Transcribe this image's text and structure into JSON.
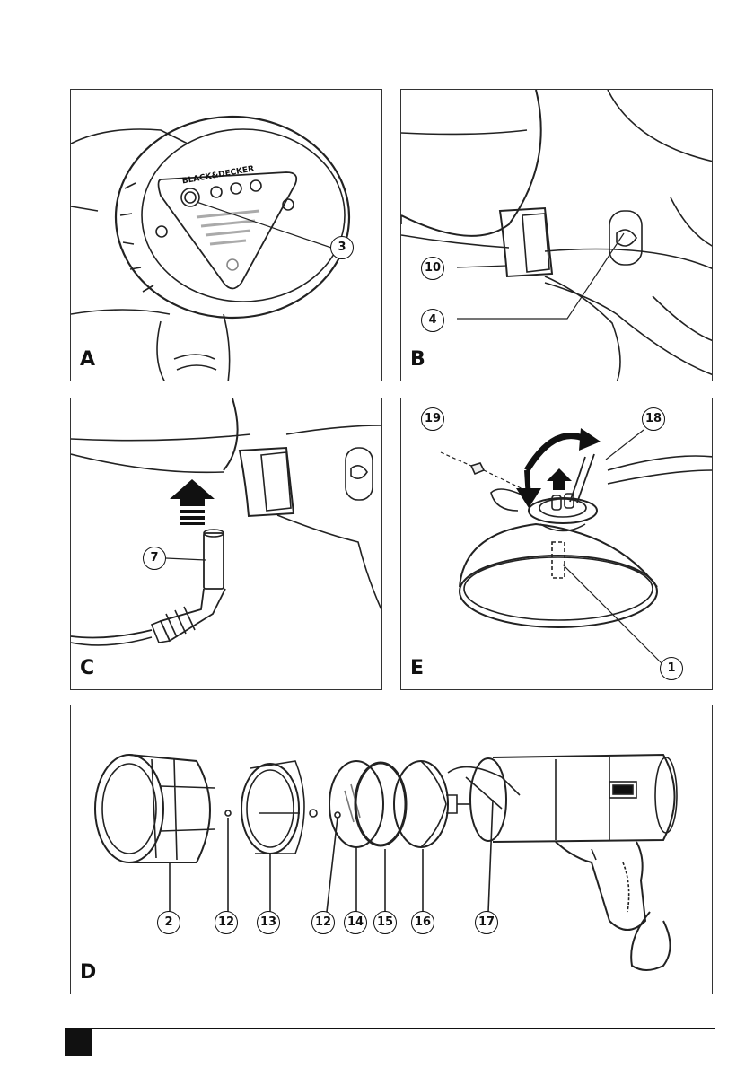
{
  "figures": {
    "A": {
      "letter": "A",
      "callouts": [
        "3"
      ],
      "brand_text": "BLACK&DECKER"
    },
    "B": {
      "letter": "B",
      "callouts": [
        "10",
        "4"
      ]
    },
    "C": {
      "letter": "C",
      "callouts": [
        "7"
      ]
    },
    "E": {
      "letter": "E",
      "callouts": [
        "19",
        "18",
        "1"
      ]
    },
    "D": {
      "letter": "D",
      "callouts": [
        "2",
        "12",
        "13",
        "12",
        "14",
        "15",
        "16",
        "17"
      ]
    }
  }
}
